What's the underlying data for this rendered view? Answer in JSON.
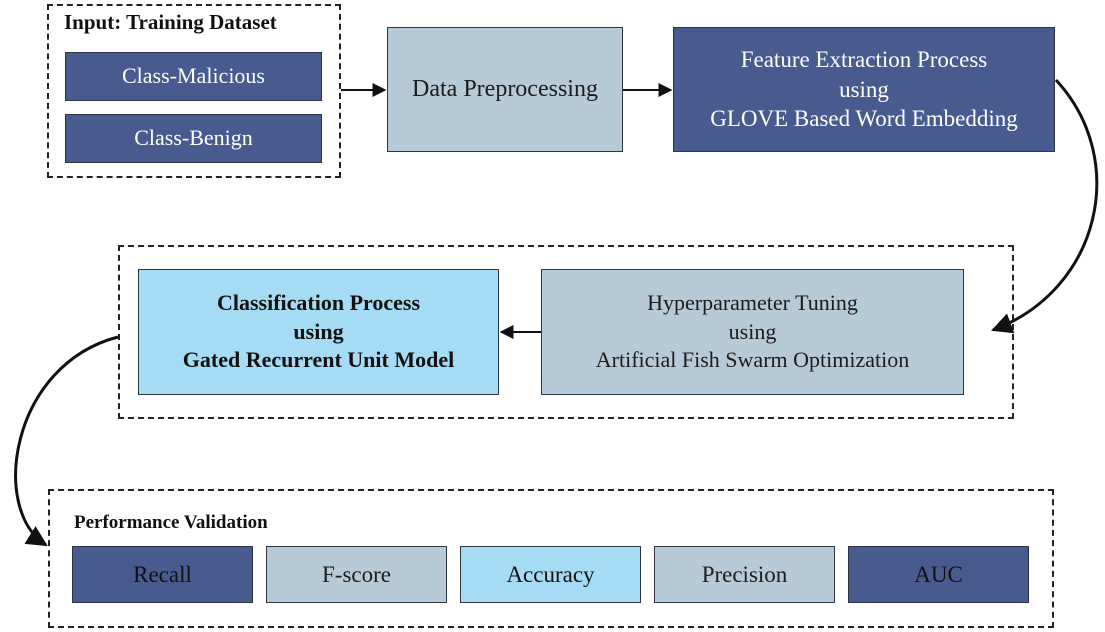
{
  "input_group": {
    "title": "Input: Training Dataset",
    "items": [
      "Class-Malicious",
      "Class-Benign"
    ]
  },
  "preprocessing": {
    "label": "Data Preprocessing"
  },
  "feature_extraction": {
    "label": "Feature Extraction Process\nusing\nGLOVE Based Word Embedding"
  },
  "hyperparameter": {
    "label": "Hyperparameter Tuning\nusing\nArtificial Fish Swarm Optimization"
  },
  "classification": {
    "label": "Classification Process\nusing\nGated Recurrent Unit Model"
  },
  "validation": {
    "title": "Performance Validation",
    "metrics": [
      "Recall",
      "F-score",
      "Accuracy",
      "Precision",
      "AUC"
    ]
  },
  "colors": {
    "dark_blue": "#475b8f",
    "steel_blue": "#b7cad8",
    "sky_blue": "#a5dcf4"
  }
}
